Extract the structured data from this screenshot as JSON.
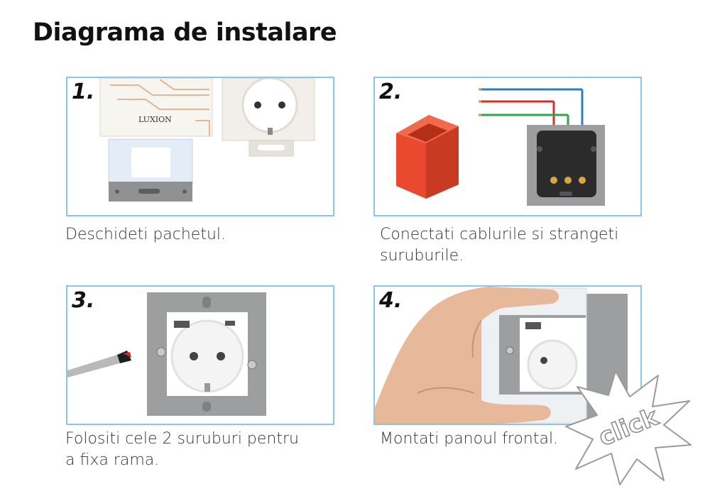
{
  "title": "Diagrama de instalare",
  "steps": [
    {
      "number": "1.",
      "caption": [
        "Deschideti pachetul."
      ],
      "brand": "LUXION"
    },
    {
      "number": "2.",
      "caption": [
        "Conectati cablurile si strangeti",
        "suruburile."
      ]
    },
    {
      "number": "3.",
      "caption": [
        "Folositi cele 2 suruburi pentru",
        "a fixa rama."
      ]
    },
    {
      "number": "4.",
      "caption": [
        "Montati panoul frontal."
      ]
    }
  ],
  "badge": {
    "text": "click"
  },
  "colors": {
    "panel_border": "#8cc6e6",
    "wire_red": "#d2312b",
    "wire_green": "#2aa84a",
    "wire_blue": "#2a7fc2",
    "box_red": "#e8492f"
  }
}
